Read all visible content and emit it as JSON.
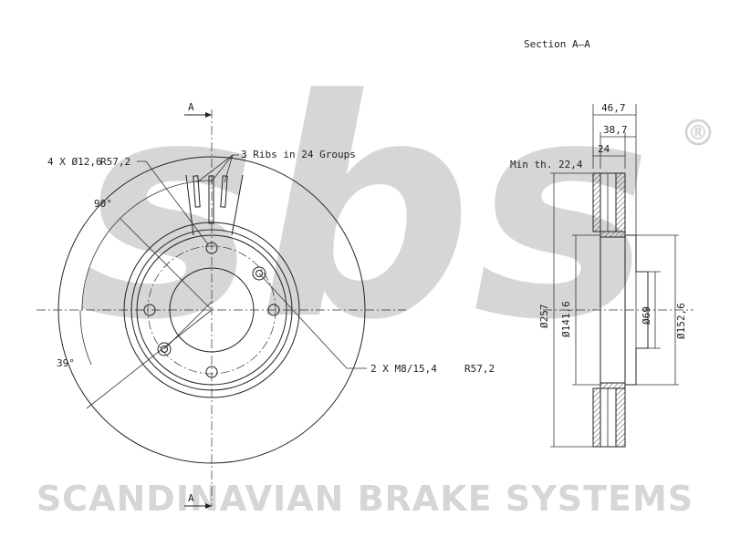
{
  "watermark": {
    "logo_text": "sbs",
    "registered_mark": "®",
    "company": "SCANDINAVIAN BRAKE SYSTEMS"
  },
  "front_view": {
    "section_marker_top": "A",
    "section_marker_bottom": "A",
    "holes_label": "4 X Ø12,6",
    "holes_radius": "R57,2",
    "ribs_label": "3 Ribs in 24 Groups",
    "angle_90": "90°",
    "angle_39": "39°",
    "threads_label": "2 X M8/15,4",
    "threads_radius": "R57,2"
  },
  "section_view": {
    "title": "Section A–A",
    "dim_total_width": "46,7",
    "dim_hub_width": "38,7",
    "dim_disc_thickness": "24",
    "min_thickness": "Min th. 22,4",
    "dia_outer": "Ø257",
    "dia_pcd": "Ø141,6",
    "dia_center_bore": "Ø69",
    "dia_hub": "Ø152,6"
  },
  "colors": {
    "ink": "#222222",
    "watermark": "#d6d6d6",
    "hatch": "#444444"
  }
}
